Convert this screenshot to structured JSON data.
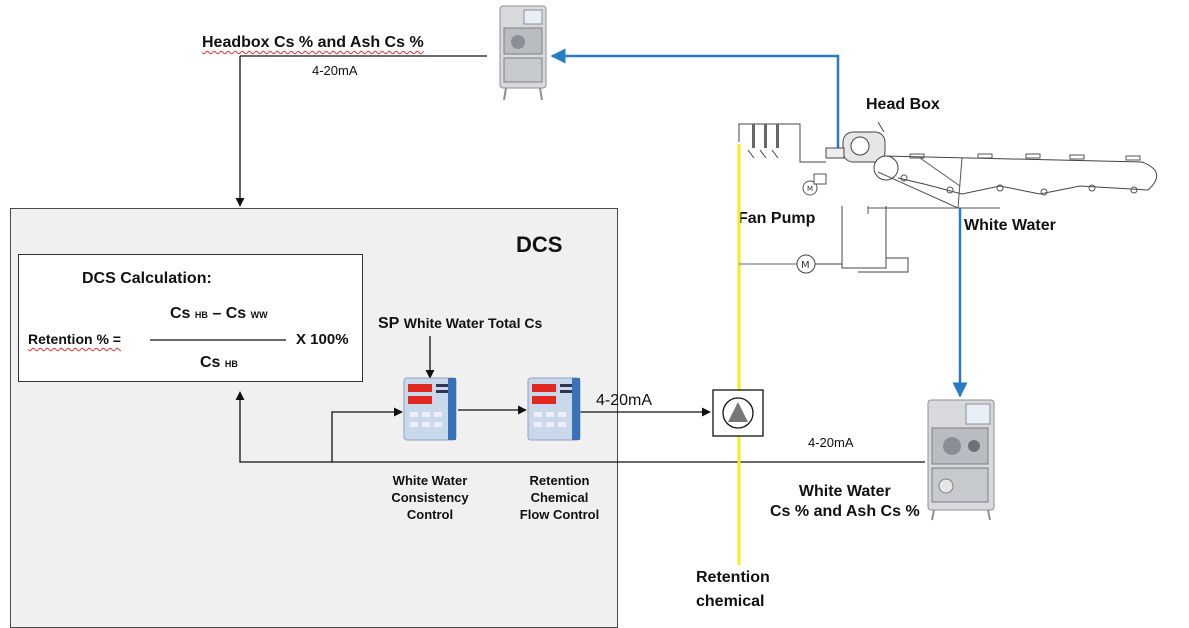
{
  "labels": {
    "headbox_cs": "Headbox Cs % and Ash Cs %",
    "headbox_4_20": "4-20mA",
    "head_box": "Head Box",
    "fan_pump": "Fan Pump",
    "white_water": "White Water",
    "dcs_title": "DCS",
    "dcs_calc_title": "DCS Calculation:",
    "retention_label": "Retention % =",
    "formula_cs": "Cs",
    "formula_hb": "HB",
    "formula_minus": "–",
    "formula_ww": "WW",
    "formula_times": "X 100%",
    "sp_prefix": "SP",
    "sp_text": "White Water Total Cs",
    "pump_4_20": "4-20mA",
    "ww_4_20": "4-20mA",
    "ww_consistency_control": [
      "White Water",
      "Consistency",
      "Control"
    ],
    "retention_flow_control": [
      "Retention",
      "Chemical",
      "Flow Control"
    ],
    "ww_cs_ash": [
      "White Water",
      "Cs % and Ash Cs %"
    ],
    "retention_chemical": [
      "Retention",
      "chemical"
    ]
  },
  "colors": {
    "signal_line": "#111111",
    "sample_line": "#2a7bc6",
    "chemical_line": "#f4ec1c",
    "panel_bg": "#f0f0f0",
    "controller_body": "#c9d8ea",
    "controller_display": "#e0281f",
    "squiggle_underline": "#e0302a"
  },
  "icons": {
    "headbox_analyzer": "analyzer-cabinet-icon",
    "whitewater_analyzer": "analyzer-cabinet-icon",
    "controller": "panel-controller-icon",
    "pump": "pump-triangle-icon",
    "motor": "motor-m-icon",
    "paper_machine": "fourdrinier-headbox-icon"
  }
}
